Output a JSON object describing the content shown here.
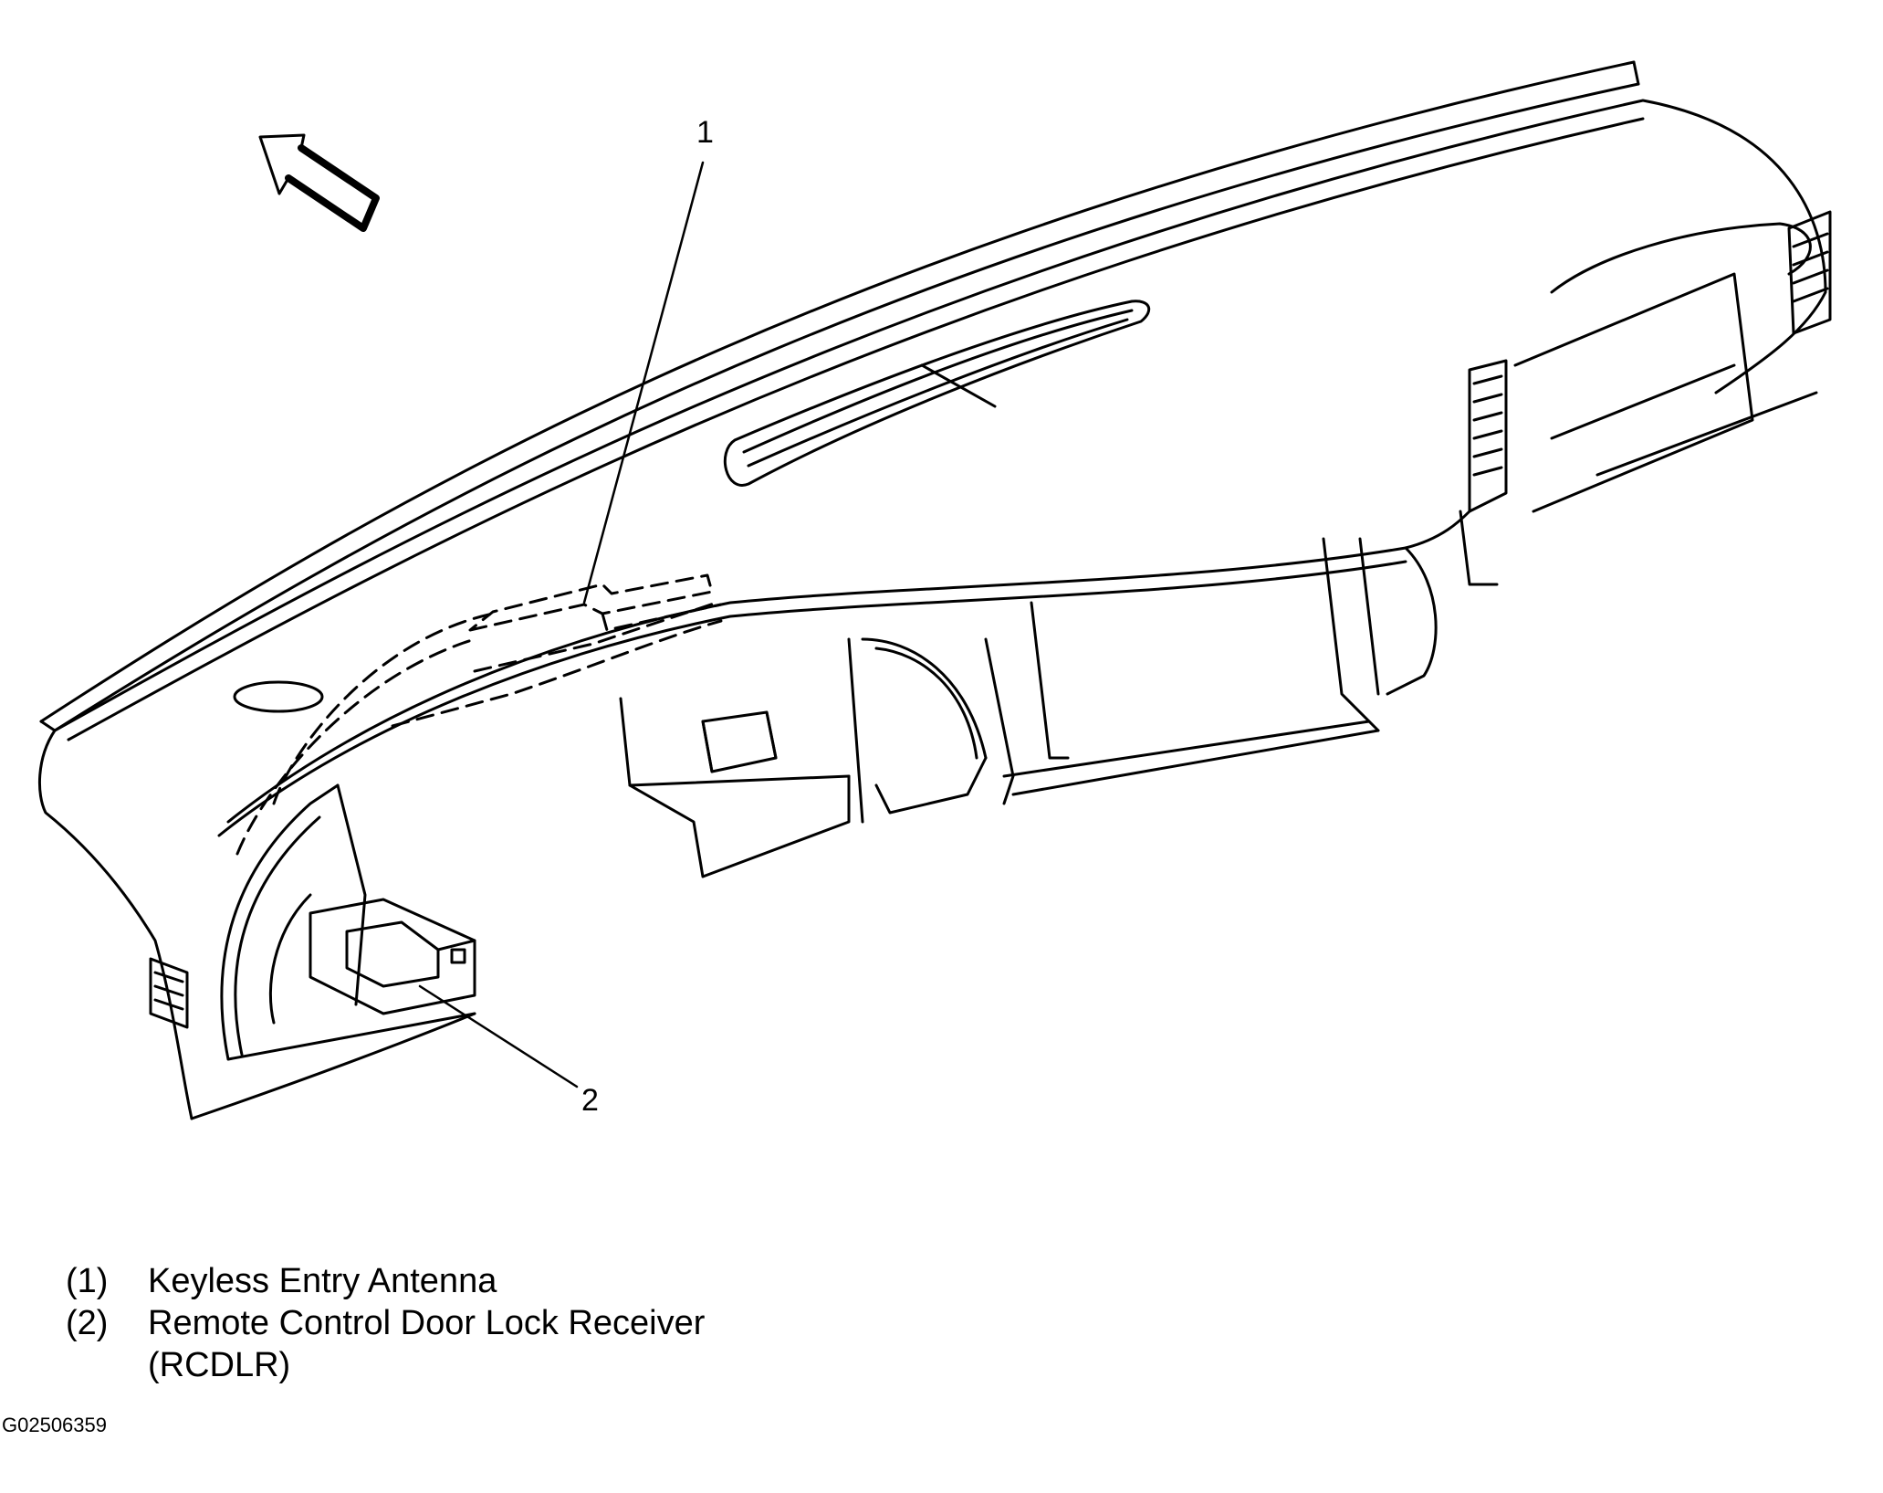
{
  "callouts": [
    {
      "number": "1"
    },
    {
      "number": "2"
    }
  ],
  "legend": [
    {
      "number": "(1)",
      "label": "Keyless Entry Antenna"
    },
    {
      "number": "(2)",
      "label": "Remote Control Door Lock Receiver (RCDLR)"
    }
  ],
  "figure_id": "G02506359",
  "colors": {
    "line": "#000000",
    "background": "#ffffff"
  }
}
